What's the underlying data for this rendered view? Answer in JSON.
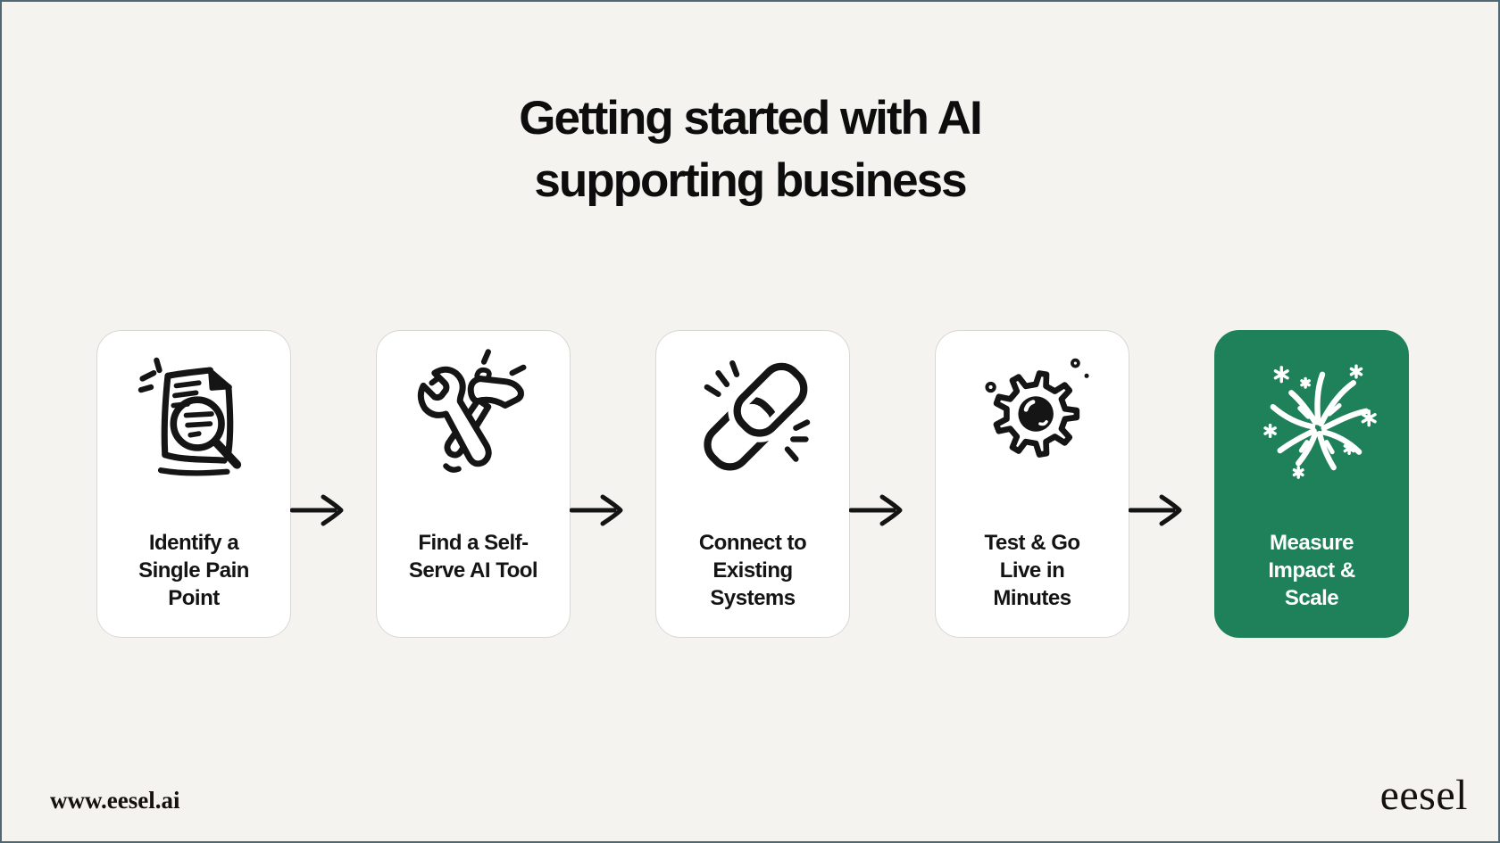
{
  "title": {
    "line1": "Getting started with AI",
    "line2": "supporting business"
  },
  "steps": [
    {
      "label": "Identify a\nSingle Pain\nPoint",
      "icon": "document-search-icon"
    },
    {
      "label": "Find a Self-\nServe AI Tool",
      "icon": "wrench-hammer-icon"
    },
    {
      "label": "Connect to\nExisting\nSystems",
      "icon": "chain-link-icon"
    },
    {
      "label": "Test & Go\nLive in\nMinutes",
      "icon": "gear-icon"
    },
    {
      "label": "Measure\nImpact &\nScale",
      "icon": "fireworks-icon",
      "highlighted": true
    }
  ],
  "connectors": {
    "icon": "right-arrow-icon",
    "count": 4
  },
  "footer": {
    "website": "www.eesel.ai",
    "brand": "eesel"
  },
  "colors": {
    "background": "#f4f3ef",
    "card": "#ffffff",
    "card_border": "#d8d7d3",
    "accent_green": "#1f8159",
    "accent_text": "#ffffff",
    "ink": "#141414",
    "edge_line": "#4e6974"
  }
}
